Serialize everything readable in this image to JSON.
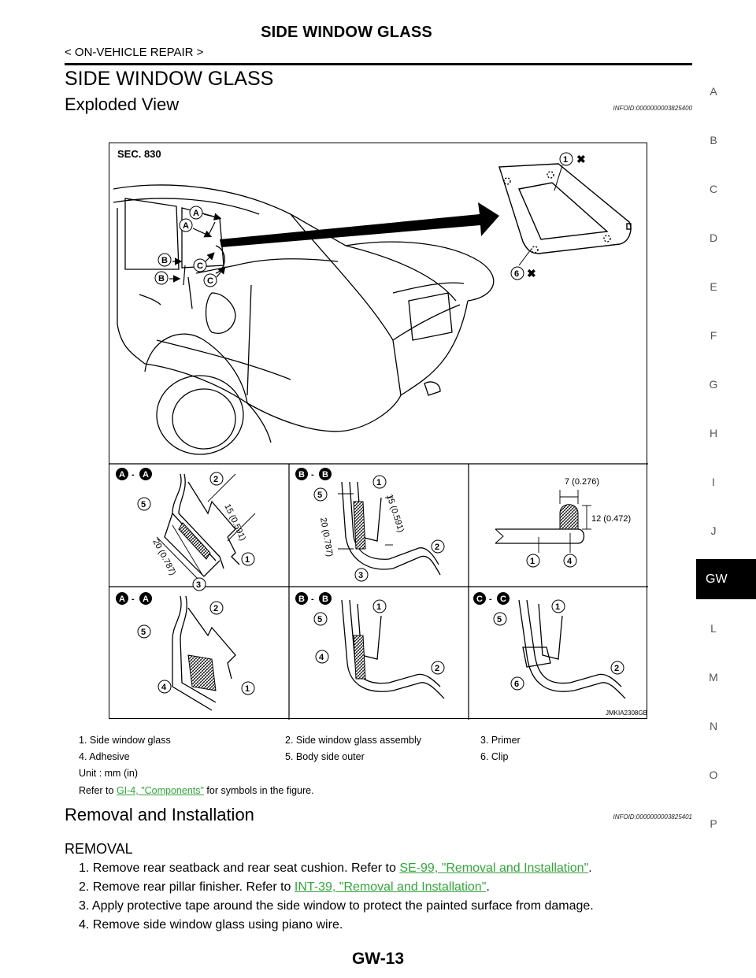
{
  "header": {
    "section_title": "SIDE WINDOW GLASS",
    "subtitle": "< ON-VEHICLE REPAIR >"
  },
  "page_title": "SIDE WINDOW GLASS",
  "exploded_view": {
    "heading": "Exploded View",
    "infoid": "INFOID:0000000003825400"
  },
  "figure": {
    "section": "SEC. 830",
    "code": "JMKIA2308GB",
    "dims": {
      "d15": "15 (0.591)",
      "d20": "20 (0.787)",
      "d7": "7 (0.276)",
      "d12": "12 (0.472)"
    },
    "callouts": {
      "n1": "1",
      "n2": "2",
      "n3": "3",
      "n4": "4",
      "n5": "5",
      "n6": "6",
      "a": "A",
      "b": "B",
      "c": "C",
      "dash": "-"
    }
  },
  "legend": {
    "items": [
      "1.    Side window glass",
      "2.    Side window glass assembly",
      "3.    Primer",
      "4.    Adhesive",
      "5.    Body side outer",
      "6.    Clip"
    ],
    "unit": "Unit    : mm (in)",
    "note_prefix": "Refer to ",
    "note_link": "GI-4, \"Components\"",
    "note_suffix": " for symbols in the figure."
  },
  "removal_installation": {
    "heading": "Removal and Installation",
    "infoid": "INFOID:0000000003825401",
    "subheading": "REMOVAL",
    "step1_text": "1.   Remove rear seatback and rear seat cushion. Refer to ",
    "step1_link": "SE-99, \"Removal and Installation\"",
    "step2_text": "2.   Remove rear pillar finisher. Refer to ",
    "step2_link": "INT-39, \"Removal and Installation\"",
    "step3_text": "3.   Apply protective tape around the side window to protect the painted surface from damage.",
    "step4_text": "4.   Remove side window glass using piano wire.",
    "period": "."
  },
  "side_index": {
    "letters": [
      "A",
      "B",
      "C",
      "D",
      "E",
      "F",
      "G",
      "H",
      "I",
      "J"
    ],
    "active": "GW",
    "letters_after": [
      "L",
      "M",
      "N",
      "O",
      "P"
    ]
  },
  "footer": {
    "page_number": "GW-13"
  }
}
